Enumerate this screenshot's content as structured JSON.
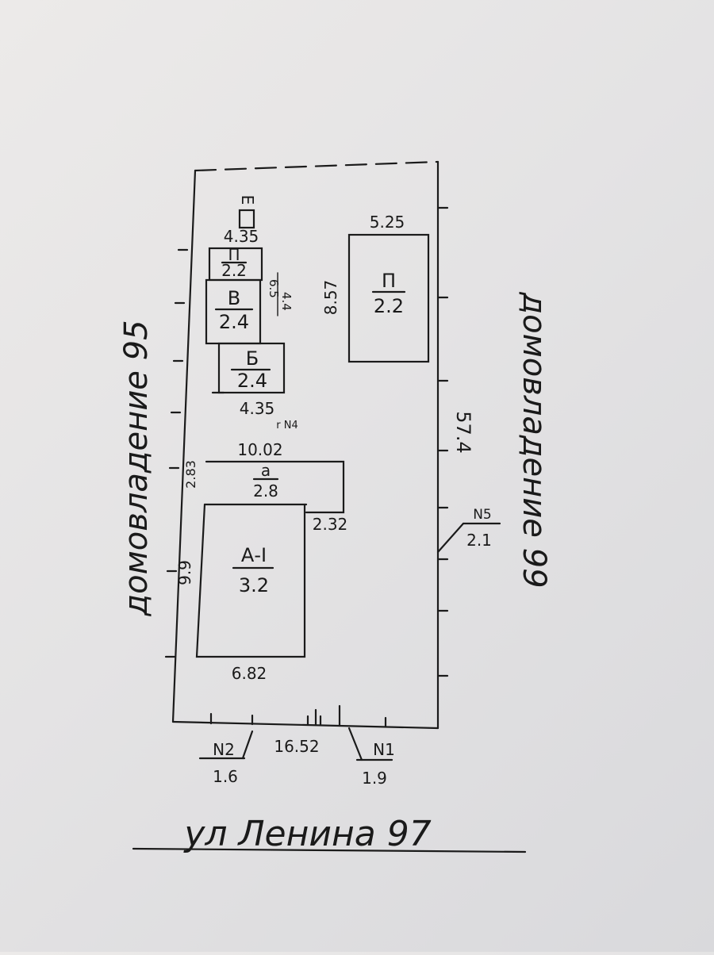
{
  "neighbors": {
    "left": "домовладение 95",
    "right": "домовладение 99"
  },
  "street": "ул Ленина 97",
  "site": {
    "front_width": "16.52",
    "depth": "57.4"
  },
  "buildings": {
    "e_label": "Е",
    "e_width": "4.35",
    "p_small_label": "П",
    "p_small_height": "2.2",
    "v_label": "В",
    "v_height": "2.4",
    "v_side_dims": "6.5",
    "v_side_dims2": "4.4",
    "b_label": "Б",
    "b_height": "2.4",
    "b_width": "4.35",
    "b_note": "r N4",
    "p_large_label": "П",
    "p_large_height": "2.2",
    "p_large_width": "5.25",
    "p_large_length": "8.57",
    "a_small_label": "а",
    "a_small_height": "2.8",
    "a_small_width": "10.02",
    "a_small_depth": "2.83",
    "a_small_offset": "2.32",
    "a_main_label": "А-I",
    "a_main_height": "3.2",
    "a_main_width": "6.82",
    "a_main_length": "9.9"
  },
  "gates": {
    "n1_label": "N1",
    "n1_width": "1.9",
    "n2_label": "N2",
    "n2_width": "1.6",
    "n5_label": "N5",
    "n5_width": "2.1"
  }
}
